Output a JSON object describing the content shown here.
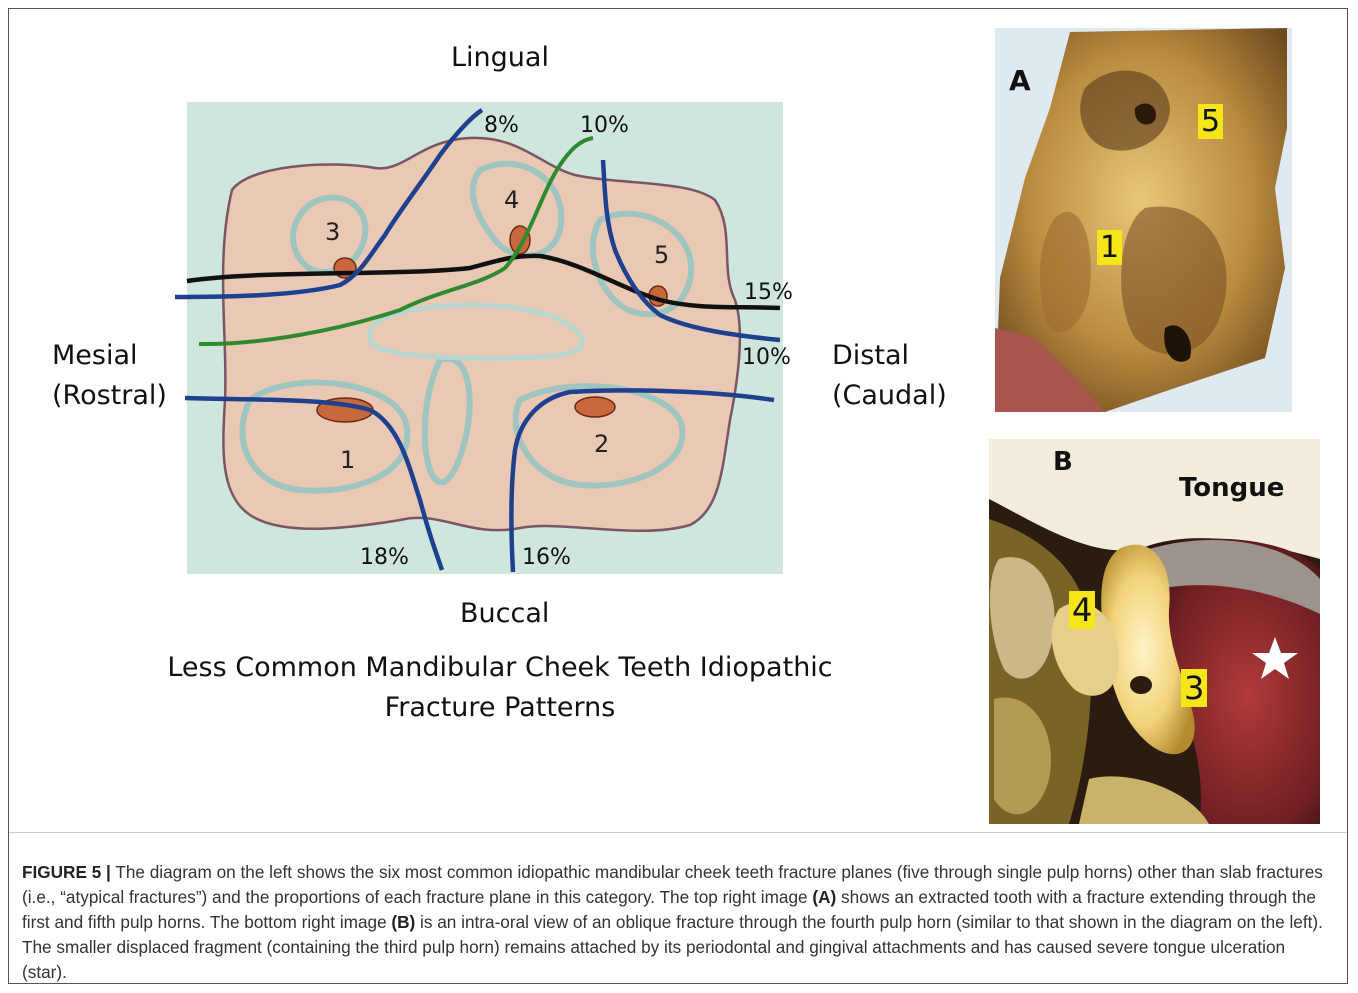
{
  "diagram": {
    "labels": {
      "lingual": "Lingual",
      "buccal": "Buccal",
      "mesial": "Mesial",
      "mesial_sub": "(Rostral)",
      "distal": "Distal",
      "distal_sub": "(Caudal)"
    },
    "percentages": {
      "p8": "8%",
      "p10_top": "10%",
      "p15": "15%",
      "p10_right": "10%",
      "p18": "18%",
      "p16": "16%"
    },
    "pulp_horns": [
      "1",
      "2",
      "3",
      "4",
      "5"
    ],
    "title_line1": "Less Common Mandibular Cheek Teeth Idiopathic",
    "title_line2": "Fracture Patterns",
    "colors": {
      "background": "#cfe6dd",
      "tooth": "#e9c9b3",
      "pulp": "#c8683c",
      "blue_line": "#1f3f8f",
      "green_line": "#2f8a2f",
      "black_line": "#111111"
    }
  },
  "photo_a": {
    "panel_label": "A",
    "tags": [
      "5",
      "1"
    ]
  },
  "photo_b": {
    "panel_label": "B",
    "tongue_label": "Tongue",
    "tags": [
      "4",
      "3"
    ]
  },
  "caption": {
    "figure_label": "FIGURE 5 |",
    "text_1": " The diagram on the left shows the six most common idiopathic mandibular cheek teeth fracture planes (five through single pulp horns) other than slab fractures (i.e., “atypical fractures”) and the proportions of each fracture plane in this category. The top right image ",
    "ref_a": "(A)",
    "text_2": " shows an extracted tooth with a fracture extending through the first and fifth pulp horns. The bottom right image ",
    "ref_b": "(B)",
    "text_3": " is an intra-oral view of an oblique fracture through the fourth pulp horn (similar to that shown in the diagram on the left). The smaller displaced fragment (containing the third pulp horn) remains attached by its periodontal and gingival attachments and has caused severe tongue ulceration (star)."
  }
}
